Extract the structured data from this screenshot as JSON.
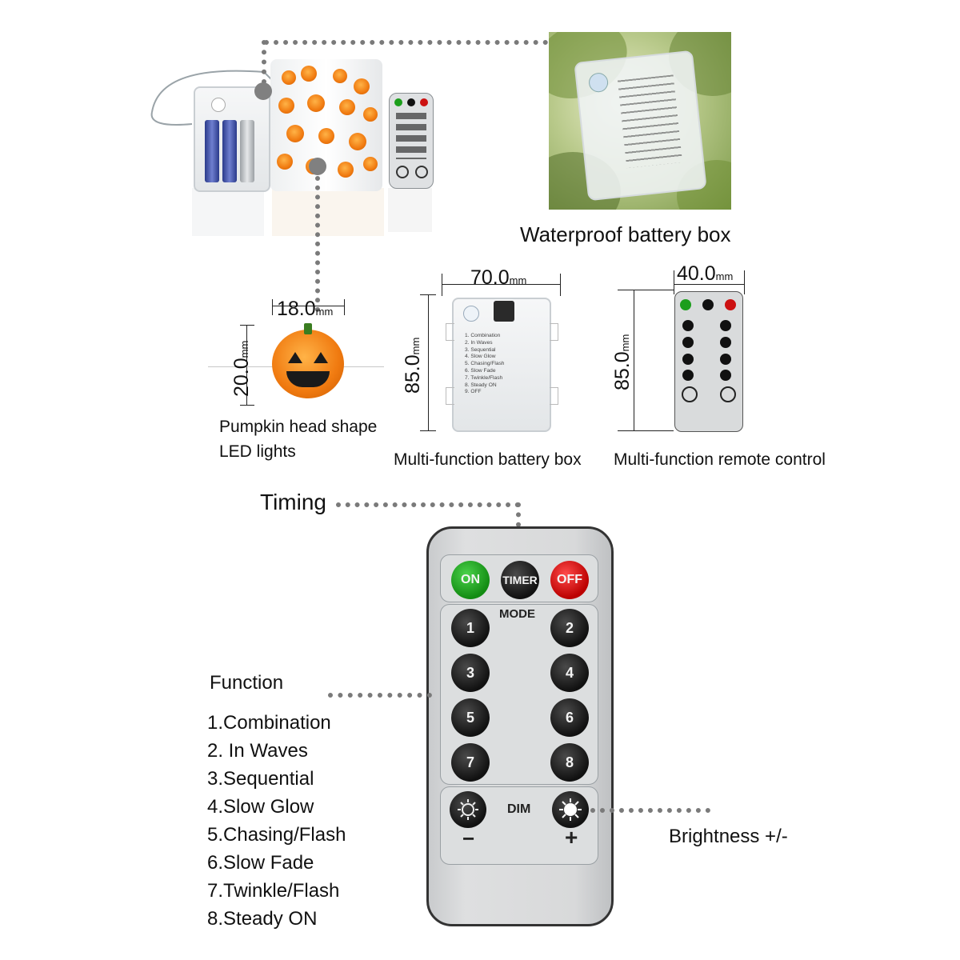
{
  "top_right_caption": "Waterproof battery box",
  "dimensions": {
    "pumpkin_width": "18.0",
    "pumpkin_height": "20.0",
    "box_width": "70.0",
    "box_height": "85.0",
    "remote_width": "40.0",
    "remote_height": "85.0",
    "unit": "mm"
  },
  "captions": {
    "pumpkin_line1": "Pumpkin head shape",
    "pumpkin_line2": "LED lights",
    "box": "Multi-function battery box",
    "remote": "Multi-function remote control"
  },
  "battery_box_modes": [
    "1. Combination",
    "2. In Waves",
    "3. Sequential",
    "4. Slow Glow",
    "5. Chasing/Flash",
    "6. Slow Fade",
    "7. Twinkle/Flash",
    "8. Steady ON",
    "9. OFF"
  ],
  "remote": {
    "on": "ON",
    "timer": "TIMER",
    "off": "OFF",
    "mode": "MODE",
    "numbers": [
      "1",
      "2",
      "3",
      "4",
      "5",
      "6",
      "7",
      "8"
    ],
    "dim": "DIM",
    "minus": "−",
    "plus": "+"
  },
  "callouts": {
    "timing": "Timing",
    "function_heading": "Function",
    "brightness": "Brightness +/-"
  },
  "functions": [
    "1.Combination",
    "2. In Waves",
    "3.Sequential",
    "4.Slow Glow",
    "5.Chasing/Flash",
    "6.Slow Fade",
    "7.Twinkle/Flash",
    "8.Steady ON"
  ],
  "colors": {
    "on_button": "#1c9e1c",
    "off_button": "#cc1111",
    "timer_button": "#111111",
    "panel": "#dcdedf"
  }
}
